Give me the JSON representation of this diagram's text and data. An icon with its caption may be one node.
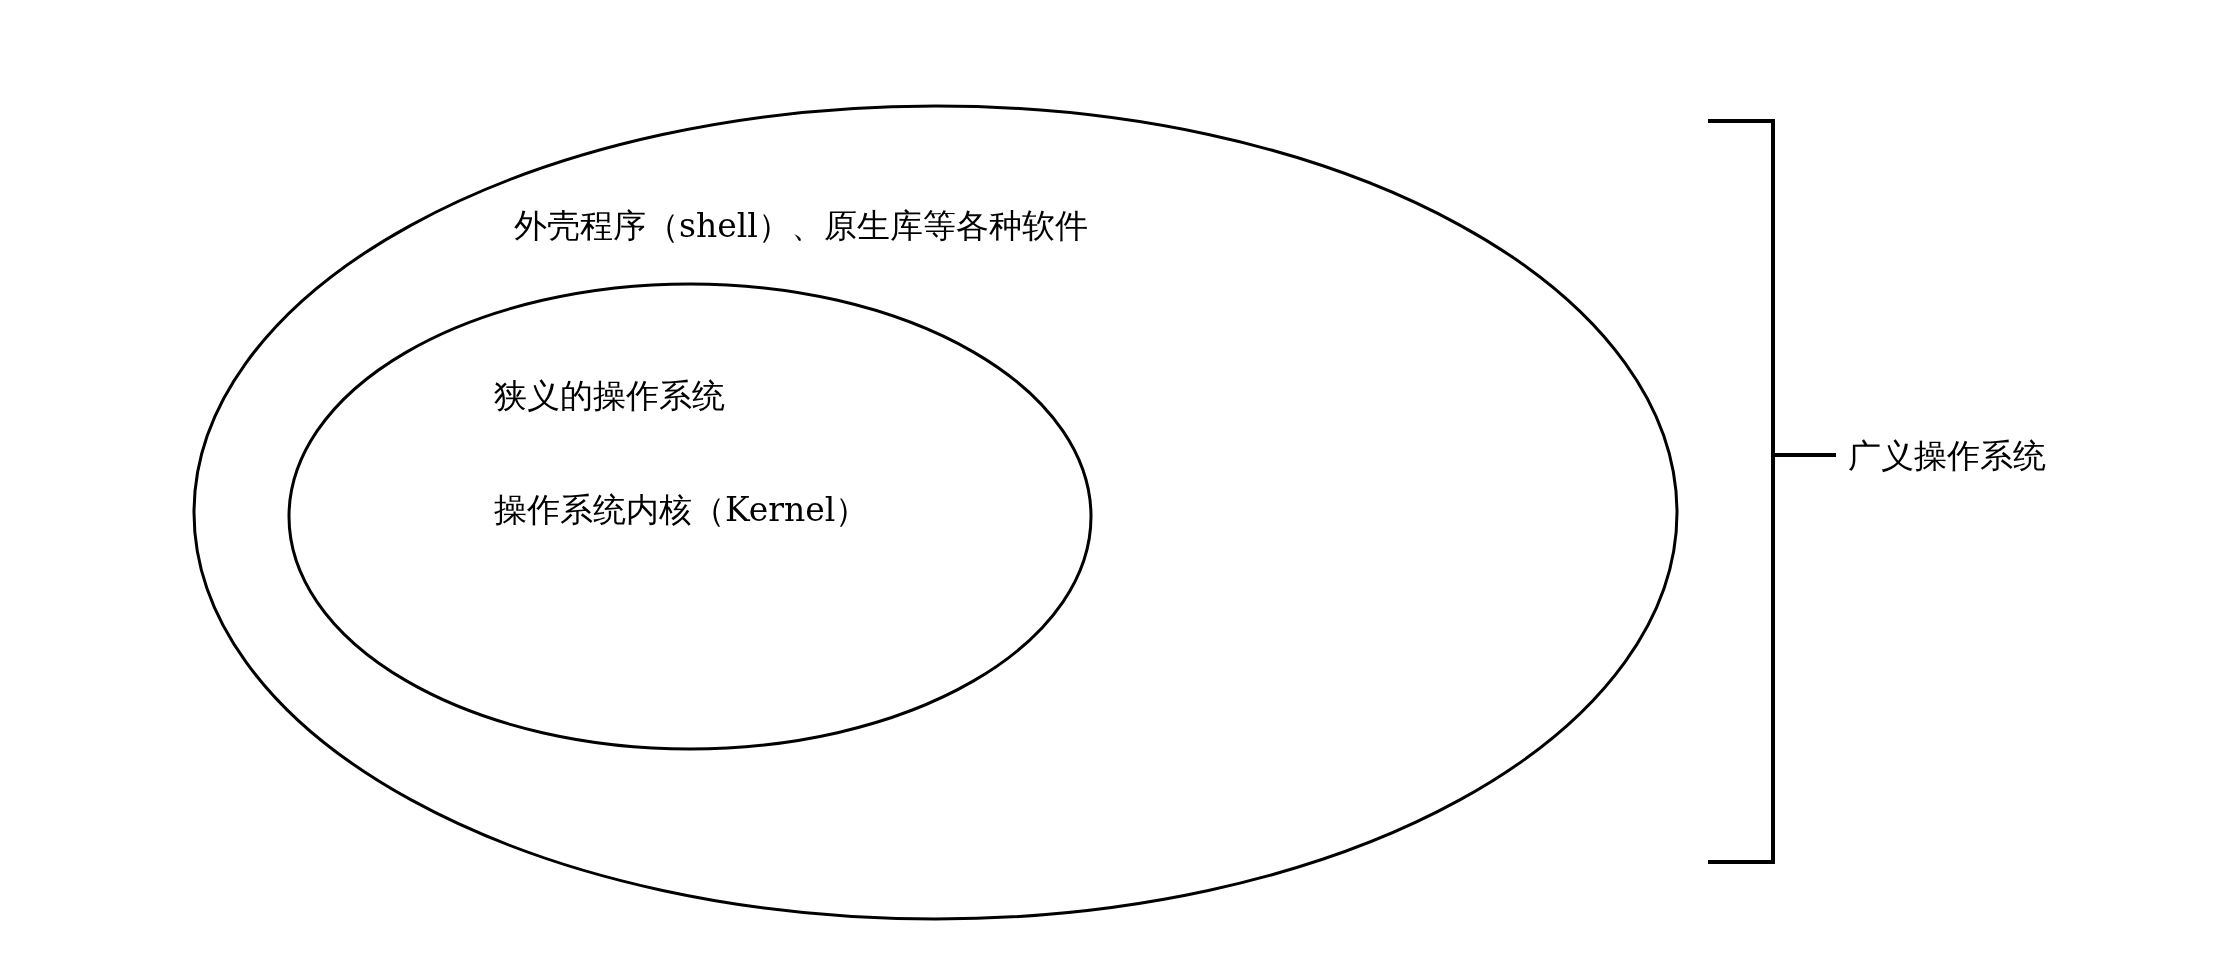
{
  "diagram": {
    "nodes": [
      {
        "text": [
          "外壳程序（shell）、原生库等各种软件"
        ]
      },
      {
        "text": [
          "狭义的操作系统",
          "操作系统内核（Kernel）"
        ],
        "in": 0
      }
    ],
    "labels": [
      "广义操作系统"
    ]
  }
}
